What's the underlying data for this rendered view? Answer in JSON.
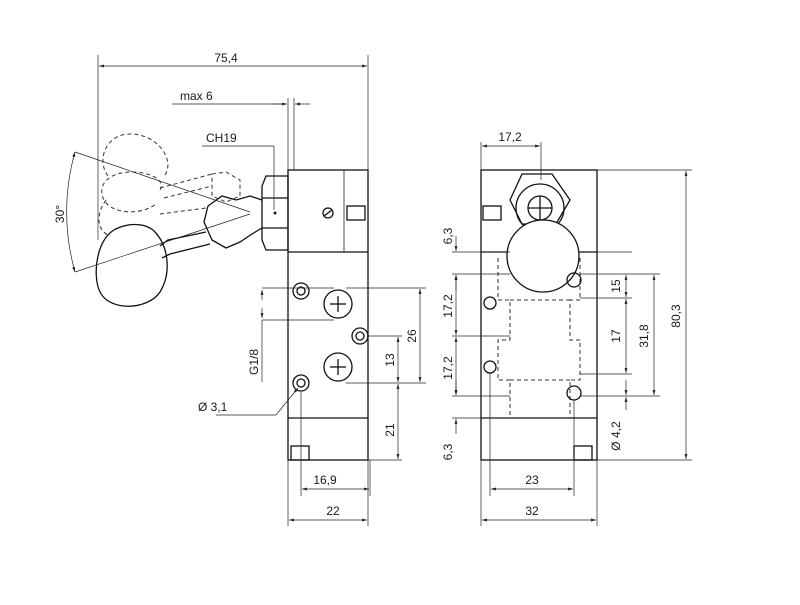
{
  "side_view": {
    "overall_width": "75,4",
    "lever_offset": "max 6",
    "wrench_size": "CH19",
    "swing_angle": "30°",
    "port_thread": "G1/8",
    "port_spacing": "26",
    "port_offset": "13",
    "port_height": "21",
    "mount_hole": "Ø 3,1",
    "hole_width": "16,9",
    "body_width": "22"
  },
  "front_view": {
    "actuator_width": "17,2",
    "top_offset": "6,3",
    "bottom_offset": "6,3",
    "pitch_upper": "17,2",
    "pitch_lower": "17,2",
    "right_15": "15",
    "right_17": "17",
    "right_318": "31,8",
    "overall_height": "80,3",
    "mount_hole": "Ø 4,2",
    "hole_spacing": "23",
    "body_width": "32"
  }
}
